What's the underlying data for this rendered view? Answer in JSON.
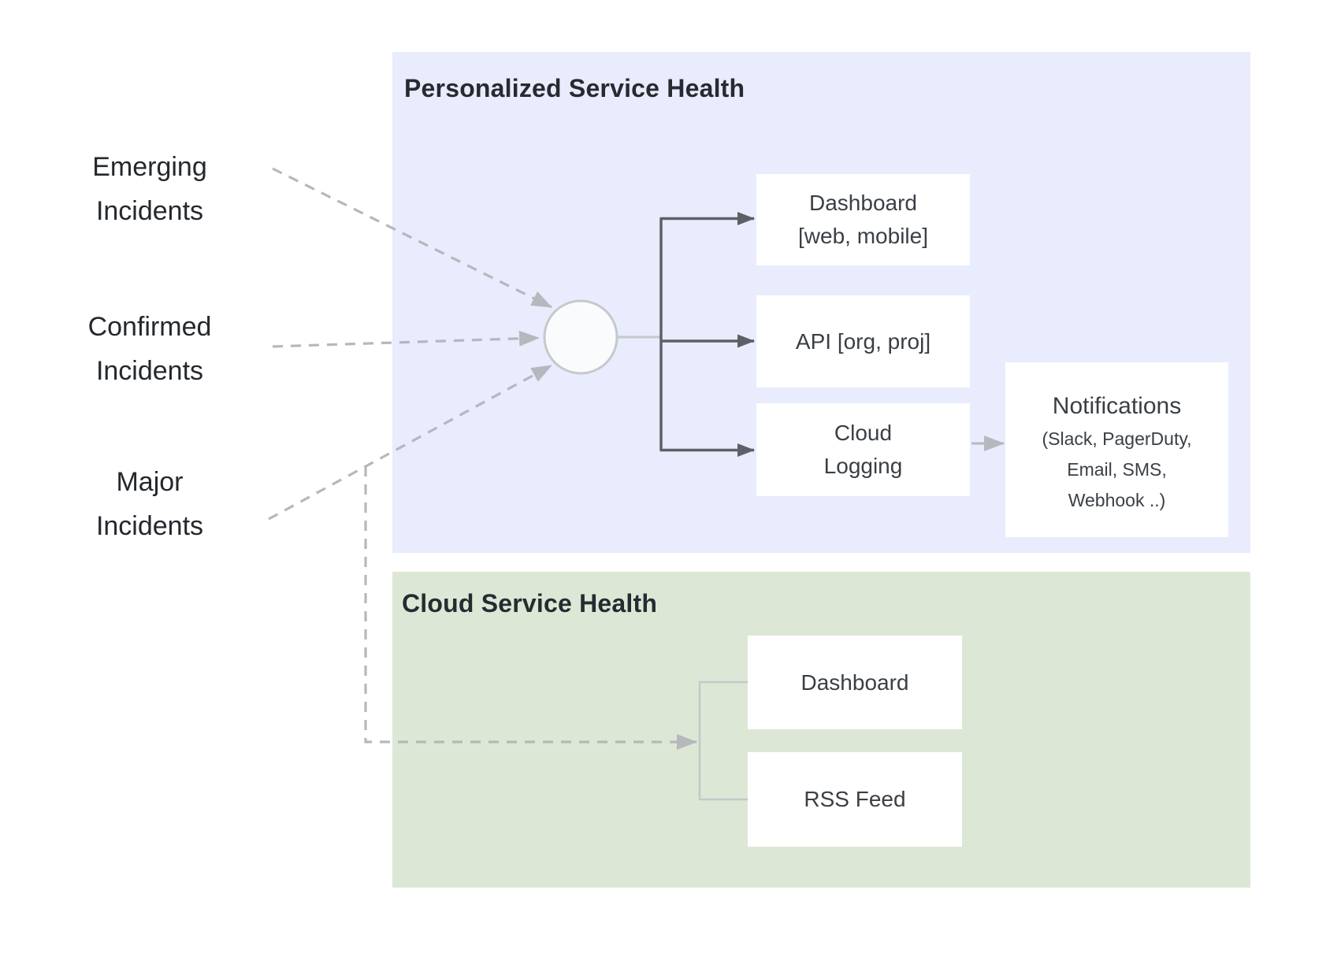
{
  "colors": {
    "personalized_panel_bg": "#e8ecfc",
    "cloud_panel_bg": "#dce8d5",
    "node_box_bg": "#ffffff",
    "dark_arrow": "#5c6167",
    "light_arrow": "#b5b8bc",
    "circle_fill": "#fafbfc",
    "circle_stroke": "#c6c9cc",
    "bracket_line": "#c4c7cb",
    "title_text": "#272b31",
    "box_text": "#3a3f46"
  },
  "inputs": {
    "emerging": {
      "line1": "Emerging",
      "line2": "Incidents"
    },
    "confirmed": {
      "line1": "Confirmed",
      "line2": "Incidents"
    },
    "major": {
      "line1": "Major",
      "line2": "Incidents"
    }
  },
  "personalized": {
    "title": "Personalized Service Health",
    "dashboard": {
      "line1": "Dashboard",
      "line2": "[web, mobile]"
    },
    "api": {
      "label": "API [org, proj]"
    },
    "cloud_logging": {
      "line1": "Cloud",
      "line2": "Logging"
    },
    "notifications": {
      "title": "Notifications",
      "sub_line1": "(Slack, PagerDuty,",
      "sub_line2": "Email, SMS,",
      "sub_line3": "Webhook ..)"
    }
  },
  "cloud": {
    "title": "Cloud Service Health",
    "dashboard": {
      "label": "Dashboard"
    },
    "rss": {
      "label": "RSS Feed"
    }
  }
}
